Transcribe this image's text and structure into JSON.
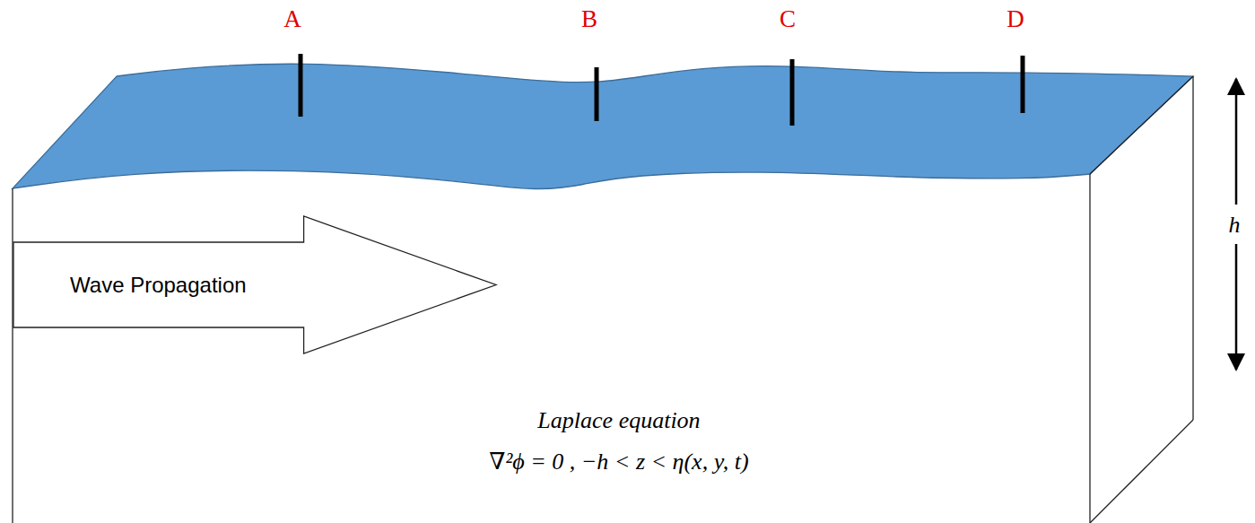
{
  "diagram": {
    "nodes": [
      {
        "text": [
          "Wave Propagation"
        ]
      }
    ],
    "labels": [
      "A",
      "B",
      "C",
      "D",
      "h",
      "Laplace equation",
      "∇²ϕ = 0 , −h < z < η(x, y, t)"
    ]
  }
}
